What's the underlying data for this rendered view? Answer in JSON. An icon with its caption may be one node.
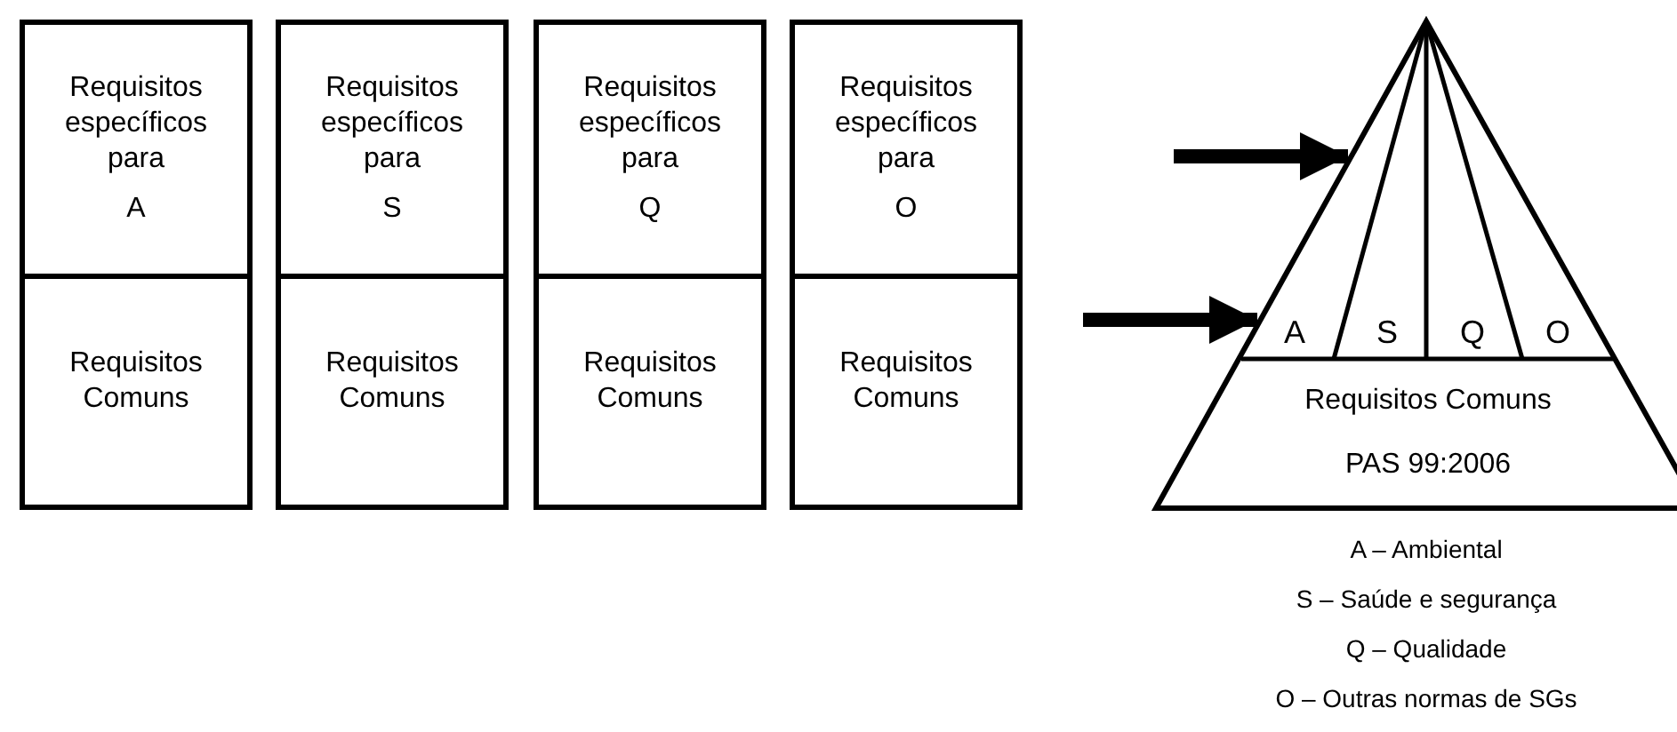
{
  "diagram": {
    "nodes": [
      {
        "text": [
          "Requisitos específicos para",
          "A"
        ]
      },
      {
        "text": [
          "Requisitos Comuns"
        ]
      },
      {
        "text": [
          "Requisitos específicos para",
          "S"
        ]
      },
      {
        "text": [
          "Requisitos Comuns"
        ]
      },
      {
        "text": [
          "Requisitos específicos para",
          "Q"
        ]
      },
      {
        "text": [
          "Requisitos Comuns"
        ]
      },
      {
        "text": [
          "Requisitos específicos para",
          "O"
        ]
      },
      {
        "text": [
          "Requisitos Comuns"
        ]
      },
      {
        "text": [],
        "shape": "triangle"
      },
      {
        "text": [
          "A"
        ],
        "in": 8
      },
      {
        "text": [
          "S"
        ],
        "in": 8
      },
      {
        "text": [
          "Q"
        ],
        "in": 8
      },
      {
        "text": [
          "O"
        ],
        "in": 8
      },
      {
        "text": [
          "Requisitos Comuns",
          "PAS 99:2006"
        ],
        "in": 8
      }
    ],
    "edges": [
      {
        "from": null,
        "to": 8,
        "arrow": "to"
      },
      {
        "from": null,
        "to": 8,
        "arrow": "to"
      }
    ],
    "labels": [
      "A – Ambiental",
      "S – Saúde e segurança",
      "Q – Qualidade",
      "O – Outras normas de SGs"
    ]
  }
}
